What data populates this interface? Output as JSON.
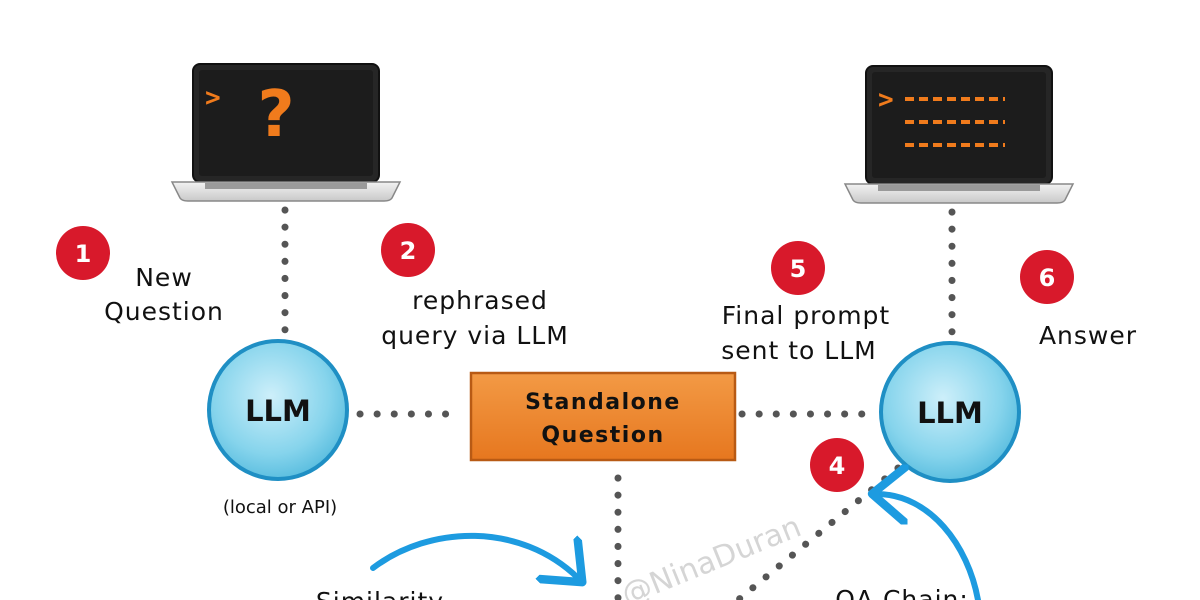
{
  "steps": [
    {
      "number": "1",
      "label_line1": "New",
      "label_line2": "Question"
    },
    {
      "number": "2",
      "label_line1": "rephrased",
      "label_line2": "query via LLM"
    },
    {
      "number": "4"
    },
    {
      "number": "5",
      "label_line1": "Final prompt",
      "label_line2": "sent to LLM"
    },
    {
      "number": "6",
      "label_line1": "Answer"
    }
  ],
  "nodes": {
    "llm_left": {
      "label": "LLM",
      "caption": "(local or API)"
    },
    "standalone": {
      "label_line1": "Standalone",
      "label_line2": "Question"
    },
    "llm_right": {
      "label": "LLM"
    }
  },
  "laptops": {
    "left": {
      "prompt_glyph": ">",
      "content": "?"
    },
    "right": {
      "prompt_glyph": ">"
    }
  },
  "bottom_labels": {
    "similarity": "Similarity",
    "qa_chain": "QA Chain:"
  },
  "watermark": "@NinaDuran",
  "colors": {
    "badge": "#d8192b",
    "llm_fill": "#7fd0ea",
    "llm_stroke": "#1f8fc4",
    "box_fill": "#f08a30",
    "box_stroke": "#b85a14",
    "arrow": "#1d9be0",
    "screen": "#1c1c1c",
    "terminal_orange": "#f07b1c"
  }
}
